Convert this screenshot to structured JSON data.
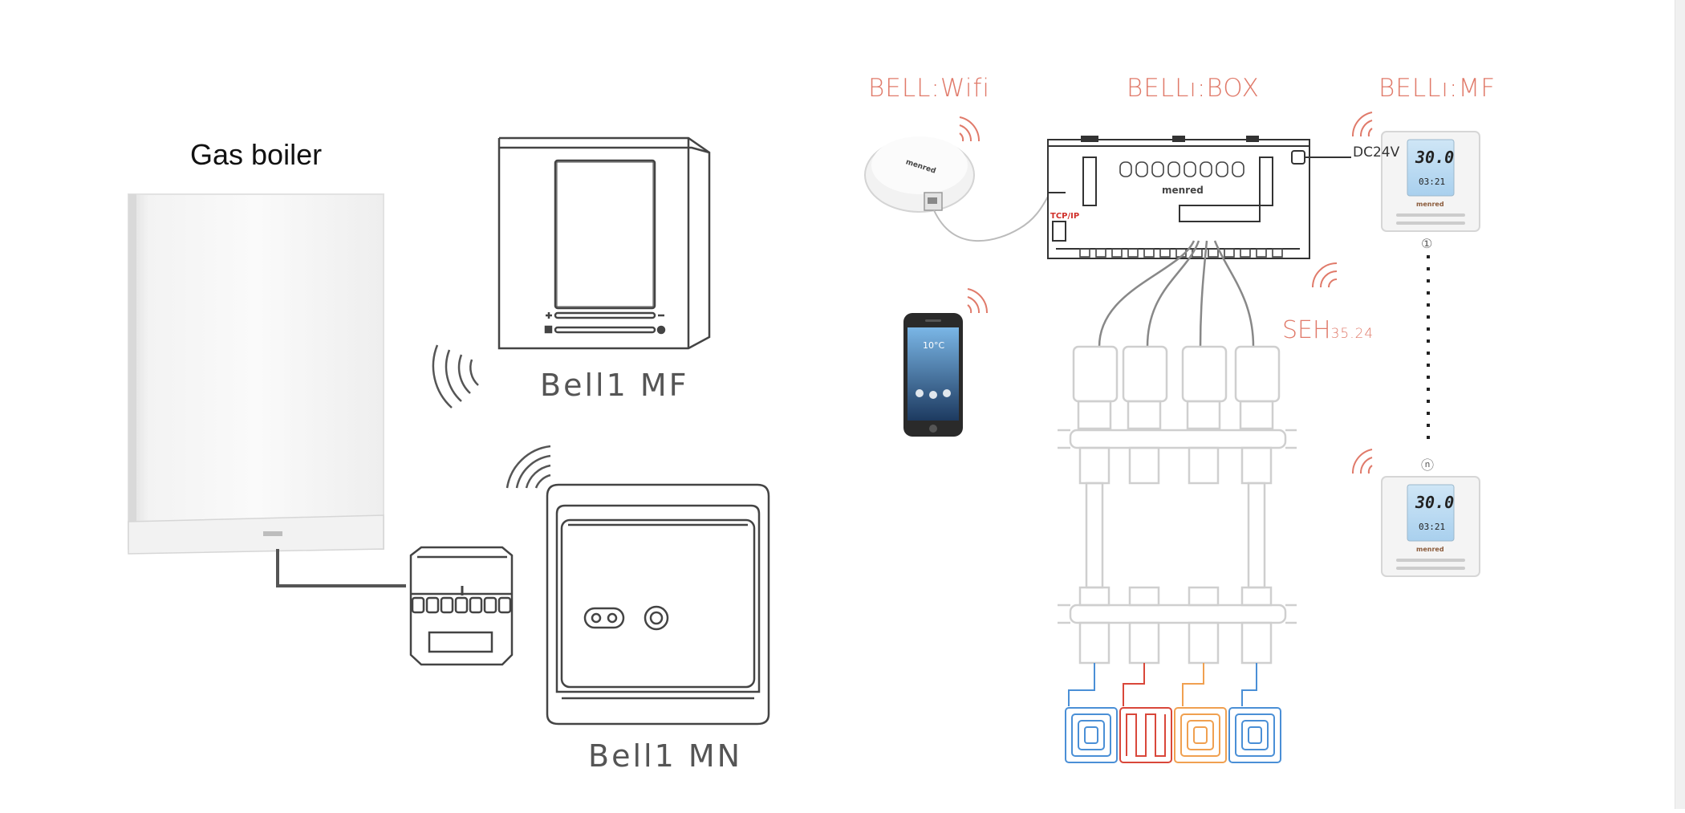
{
  "labels": {
    "gas_boiler": "Gas boiler",
    "bell1_mf": "Bell1 MF",
    "bell1_mn": "Bell1 MN",
    "bell_wifi": "BELL:Wifi",
    "bell_box": "BELLı:BOX",
    "bell_mf_thermostat": "BELLı:MF",
    "seh_prefix": "SEH",
    "seh_suffix": "35.24",
    "dc24v": "DC24V",
    "tcp_ip": "TCP/IP",
    "brand": "menred",
    "phone_temp": "10°C",
    "thermo_top_temp": "30.0",
    "thermo_top_time": "03:21",
    "thermo_bottom_temp": "30.0",
    "thermo_bottom_time": "03:21",
    "zone_first": "①",
    "zone_last": "ⓝ"
  },
  "colors": {
    "accent_red": "#e07a6a",
    "loop_blue": "#4a8fd6",
    "loop_red": "#d9473a",
    "loop_orange": "#f0a050",
    "line_dark": "#555555"
  },
  "icons": [
    "wifi-signal-icon",
    "boiler-icon",
    "thermostat-icon",
    "receiver-icon",
    "phone-icon",
    "gateway-icon",
    "controller-box-icon",
    "manifold-icon",
    "floor-loop-icon"
  ]
}
